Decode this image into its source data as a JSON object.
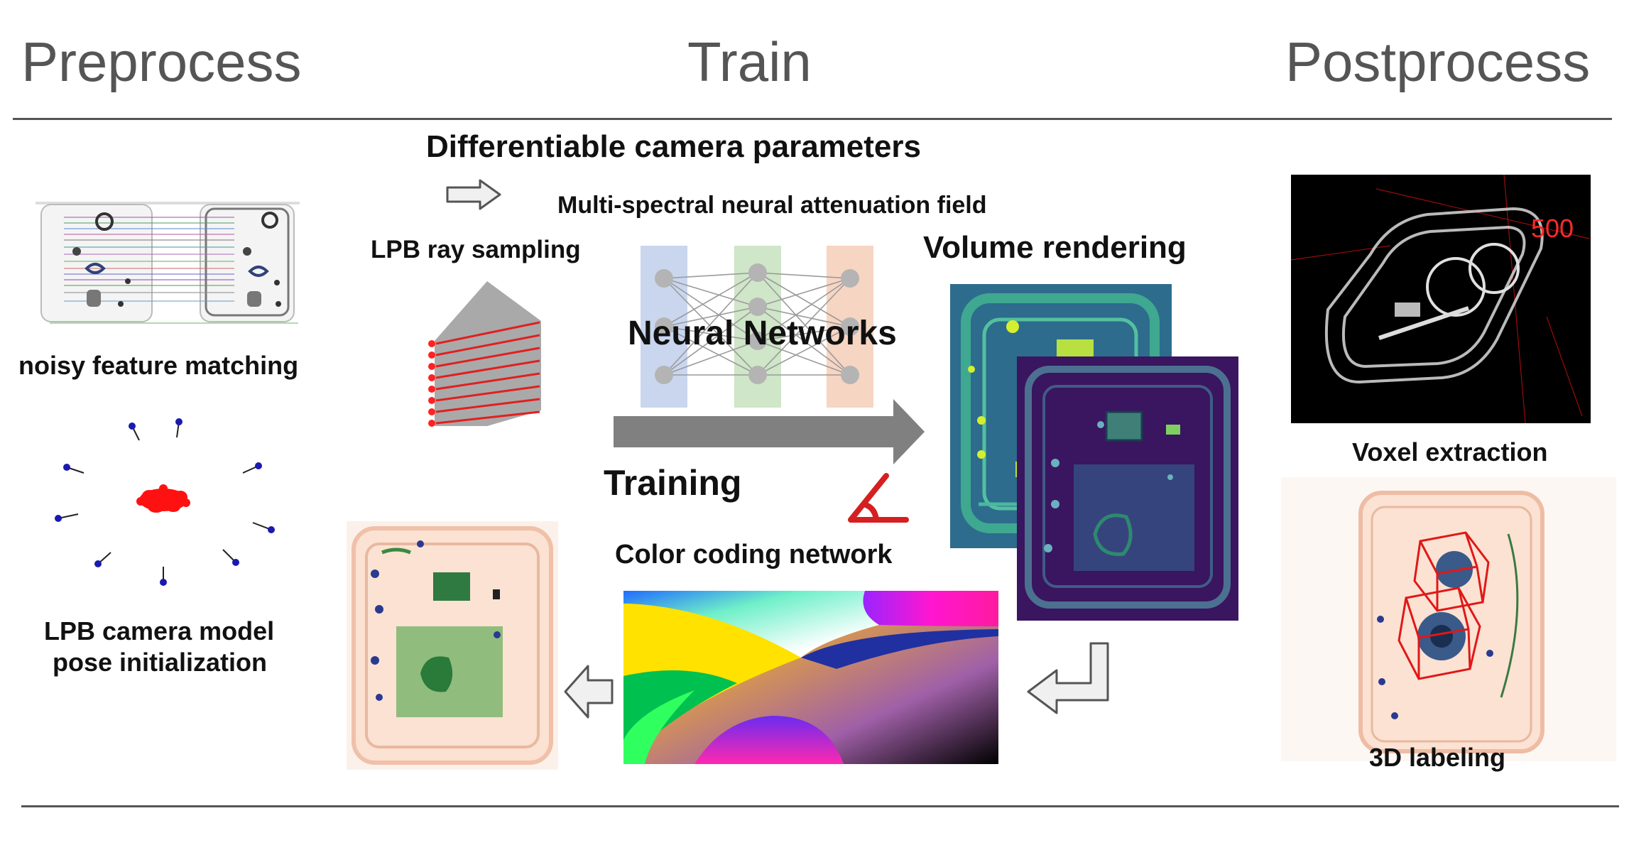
{
  "sections": {
    "preprocess": "Preprocess",
    "train": "Train",
    "postprocess": "Postprocess"
  },
  "labels": {
    "diff_camera": "Differentiable camera parameters",
    "nerf": "Multi-spectral neural attenuation field",
    "lpb_ray": "LPB ray sampling",
    "volume_rendering": "Volume rendering",
    "neural_networks": "Neural Networks",
    "training": "Training",
    "color_coding": "Color coding network",
    "noisy_matching": "noisy feature matching",
    "lpb_camera_line1": "LPB camera model",
    "lpb_camera_line2": "pose initialization",
    "voxel_extraction": "Voxel extraction",
    "labeling_3d": "3D labeling",
    "voxel_number": "500"
  },
  "colors": {
    "section_text": "#555555",
    "layer_input": "#c9d6ee",
    "layer_hidden": "#cfe6c8",
    "layer_output": "#f6d5c2",
    "training_arrow": "#808080",
    "ray_red": "#e02020",
    "xray_bg": "#fbe8dc",
    "volume_teal": "#2d6c8c",
    "volume_purple": "#3a1560"
  }
}
